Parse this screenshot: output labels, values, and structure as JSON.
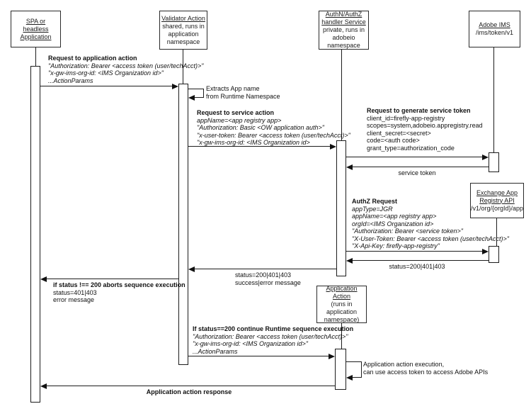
{
  "participants": {
    "spa": {
      "l1": "SPA or",
      "l2": "headless",
      "l3": "Application"
    },
    "validator": {
      "l1": "Validator Action",
      "l2": "shared, runs in",
      "l3": "application",
      "l4": "namespace"
    },
    "handler": {
      "l1": "AuthN/AuthZ",
      "l2": "handler Service",
      "l3": "private, runs in",
      "l4": "adobeio",
      "l5": "namespace"
    },
    "ims": {
      "l1": "Adobe IMS",
      "l2": "/ims/token/v1"
    },
    "exchange": {
      "l1": "Exchange App",
      "l2": "Registry API",
      "l3": "/v1/org/{orgId}/app"
    },
    "appaction": {
      "l1": "Application Action",
      "l2": "(runs in",
      "l3": "application",
      "l4": "namespace)"
    }
  },
  "messages": {
    "req_app_action": {
      "title": "Request to application action",
      "l1": "\"Authorization: Bearer <access token (user/techAcct)>\"",
      "l2": "\"x-gw-ims-org-id: <IMS Organization id>\"",
      "l3": "...ActionParams"
    },
    "extracts": {
      "l1": "Extracts App name",
      "l2": "from Runtime Namespace"
    },
    "req_service_action": {
      "title": "Request to service action",
      "l1": "appName=<app registry app>",
      "l2": "\"Authorization: Basic <OW application auth>\"",
      "l3": "\"x-user-token: Bearer <access token (user/techAcct)>\"",
      "l4": "\"x-gw-ims-org-id: <IMS Organization id>"
    },
    "req_token": {
      "title": "Request to generate service token",
      "l1": "client_id=firefly-app-registry",
      "l2": "scopes=system,adobeio.appregistry.read",
      "l3": "client_secret=<secret>",
      "l4": "code=<auth code>",
      "l5": "grant_type=authorization_code"
    },
    "service_token": "service token",
    "authz": {
      "title": "AuthZ Request",
      "l1": "appType=JGR",
      "l2": "appName=<app registry app>",
      "l3": "orgId=<IMS Organization id>",
      "l4": "\"Authorization: Bearer <service token>\"",
      "l5": "\"X-User-Token: Bearer <access token (user/techAcct)>\"",
      "l6": "\"X-Api-Key: firefly-app-registry\""
    },
    "status_exchange": "status=200|401|403",
    "status_handler": {
      "l1": "status=200|401|403",
      "l2": "success|error message"
    },
    "abort": {
      "title": "if status !== 200 aborts sequence execution",
      "l1": "status=401|403",
      "l2": "error message"
    },
    "continue_seq": {
      "title": "If status==200 continue Runtime sequence execution",
      "l1": "\"Authorization: Bearer <access token (user/techAcct)>\"",
      "l2": "\"x-gw-ims-org-id: <IMS Organization id>\"",
      "l3": "...ActionParams"
    },
    "app_exec": {
      "l1": "Application action execution,",
      "l2": "can use access token to access Adobe APIs"
    },
    "response": "Application action response"
  }
}
